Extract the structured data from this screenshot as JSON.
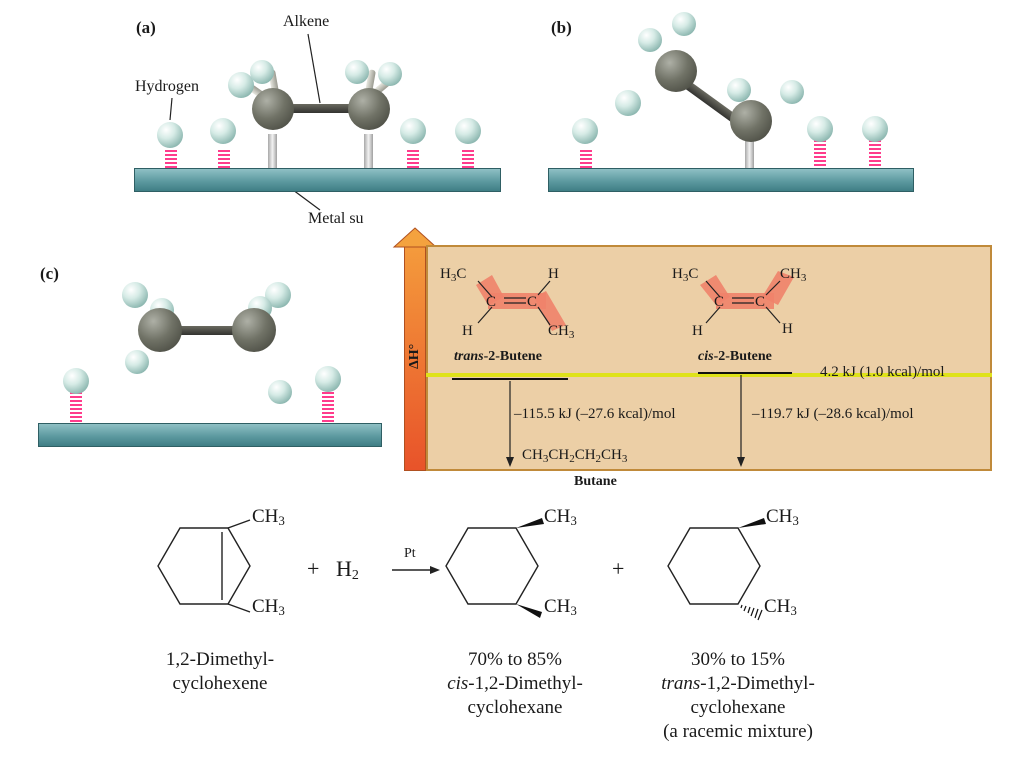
{
  "panels": {
    "a": {
      "label": "(a)"
    },
    "b": {
      "label": "(b)"
    },
    "c": {
      "label": "(c)"
    }
  },
  "callouts": {
    "alkene": "Alkene",
    "hydrogen": "Hydrogen",
    "metal_surface": "Metal su"
  },
  "energy_diagram": {
    "axis_label": "ΔH°",
    "trans": {
      "left_top": "H",
      "left_top_sub": "3",
      "left_top_c": "C",
      "right_top": "H",
      "c_left": "C",
      "c_right": "C",
      "left_bottom": "H",
      "right_bottom": "CH",
      "right_bottom_sub": "3",
      "name_prefix": "trans",
      "name_rest": "-2-Butene",
      "delta": "–115.5 kJ (–27.6 kcal)/mol"
    },
    "cis": {
      "left_top": "H",
      "left_top_sub": "3",
      "left_top_c": "C",
      "right_top": "CH",
      "right_top_sub": "3",
      "c_left": "C",
      "c_right": "C",
      "left_bottom": "H",
      "right_bottom": "H",
      "name_prefix": "cis",
      "name_rest": "-2-Butene",
      "delta": "–119.7 kJ (–28.6 kcal)/mol"
    },
    "gap": "4.2 kJ (1.0 kcal)/mol",
    "product_formula": [
      "CH",
      "3",
      "CH",
      "2",
      "CH",
      "2",
      "CH",
      "3"
    ],
    "product_name": "Butane"
  },
  "reaction": {
    "reactant_sub1": "CH",
    "reactant_sub1_n": "3",
    "reactant_sub2": "CH",
    "reactant_sub2_n": "3",
    "plus1": "+",
    "h2": "H",
    "h2_n": "2",
    "catalyst": "Pt",
    "plus2": "+",
    "p1_sub1": "CH",
    "p1_sub1_n": "3",
    "p1_sub2": "CH",
    "p1_sub2_n": "3",
    "p2_sub1": "CH",
    "p2_sub1_n": "3",
    "p2_sub2": "CH",
    "p2_sub2_n": "3",
    "reactant_name_1": "1,2-Dimethyl-",
    "reactant_name_2": "cyclohexene",
    "p1_pct": "70% to 85%",
    "p1_prefix": "cis",
    "p1_name_1": "-1,2-Dimethyl-",
    "p1_name_2": "cyclohexane",
    "p2_pct": "30% to 15%",
    "p2_prefix": "trans",
    "p2_name_1": "-1,2-Dimethyl-",
    "p2_name_2": "cyclohexane",
    "p2_note": "(a racemic mixture)"
  }
}
